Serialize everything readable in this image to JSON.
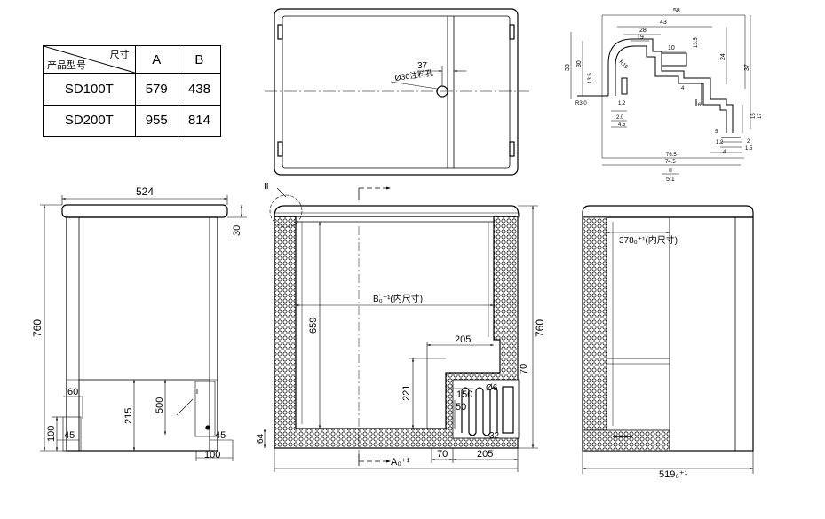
{
  "table": {
    "header_top": "尺寸",
    "header_left": "产品型号",
    "col_a": "A",
    "col_b": "B",
    "rows": [
      {
        "model": "SD100T",
        "a": "579",
        "b": "438"
      },
      {
        "model": "SD200T",
        "a": "955",
        "b": "814"
      }
    ]
  },
  "top_view": {
    "dim_37": "37",
    "hole_note": "Ø30注料孔"
  },
  "detail": {
    "dim_58": "58",
    "dim_43": "43",
    "dim_28": "28",
    "dim_19": "19",
    "dim_10": "10",
    "dim_13_5a": "13.5",
    "dim_13_5b": "13.5",
    "dim_33": "33",
    "dim_30": "30",
    "dim_24": "24",
    "dim_37": "37",
    "dim_r15": "R15",
    "dim_r3": "R3.0",
    "dim_1_2a": "1.2",
    "dim_2_0": "2.0",
    "dim_4_5": "4.5",
    "dim_4a": "4",
    "dim_6": "6",
    "dim_15": "15",
    "dim_17": "17",
    "dim_5": "5",
    "dim_2": "2",
    "dim_1_5": "1.5",
    "dim_1_2b": "1.2",
    "dim_4b": "4",
    "dim_76_5": "76.5",
    "dim_74_5": "74.5",
    "label": "II",
    "scale": "5:1"
  },
  "front_view": {
    "dim_524": "524",
    "dim_30": "30",
    "dim_760": "760",
    "dim_60": "60",
    "dim_500": "500",
    "dim_215": "215",
    "dim_100a": "100",
    "dim_45a": "45",
    "dim_45b": "45",
    "dim_100b": "100"
  },
  "section_view": {
    "detail_mark": "II",
    "dim_b": "B₀⁺¹(内尺寸)",
    "dim_659": "659",
    "dim_760": "760",
    "dim_205a": "205",
    "dim_70a": "70",
    "dim_221": "221",
    "dim_150": "150",
    "dim_50": "50",
    "dim_6": "Ø6",
    "dim_32": "32",
    "dim_64": "64",
    "dim_a": "A₀⁺¹",
    "dim_70b": "70",
    "dim_205b": "205"
  },
  "side_view": {
    "dim_378": "378₀⁺¹(内尺寸)",
    "dim_519": "519₀⁺¹"
  }
}
